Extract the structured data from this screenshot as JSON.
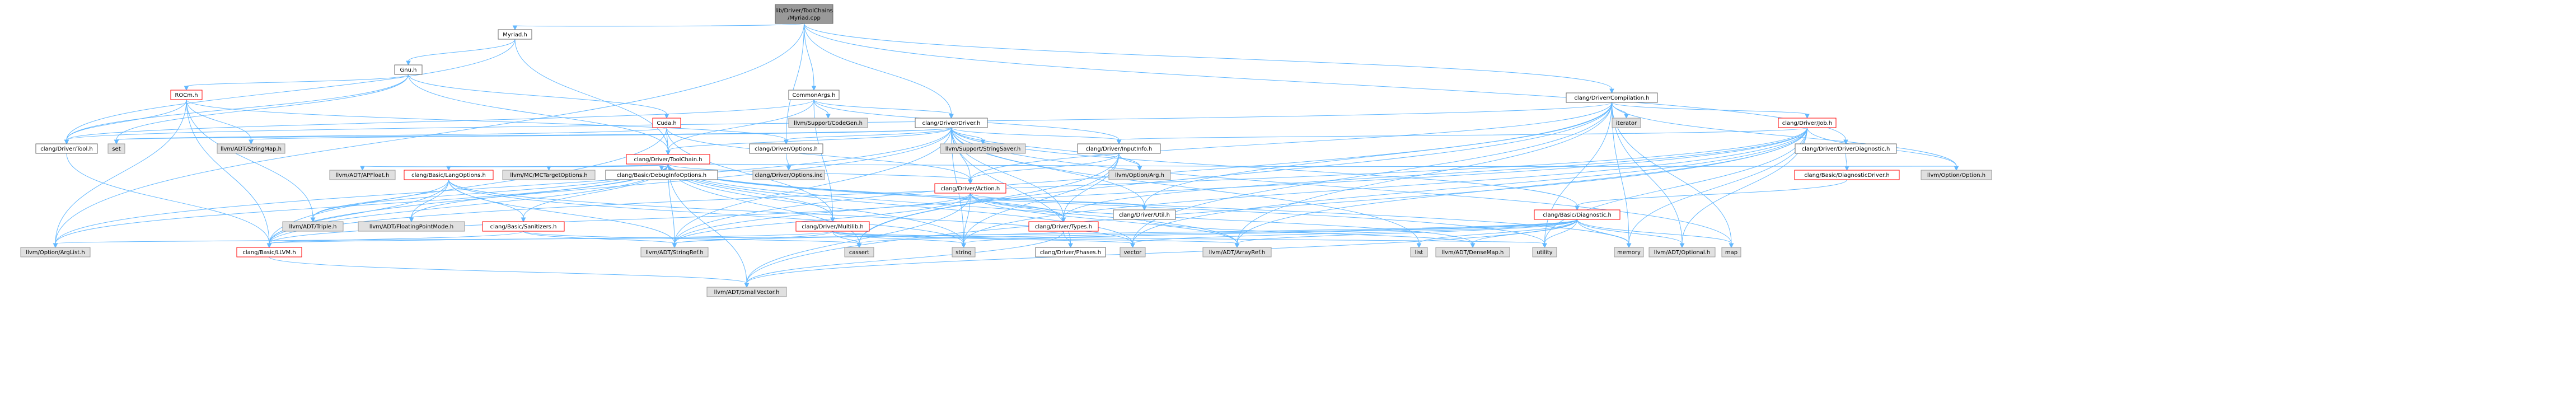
{
  "colors": {
    "edge": "#63b8ff",
    "node_border": "#666666",
    "node_fill": "#ffffff",
    "node_red_border": "#ff0000",
    "root_fill": "#999999",
    "external_fill": "#e0e0e0"
  },
  "nodes": {
    "root": [
      "lib/Driver/ToolChains",
      "/Myriad.cpp"
    ],
    "myriad_h": "Myriad.h",
    "gnu_h": "Gnu.h",
    "commonargs_h": "CommonArgs.h",
    "rocm_h": "ROCm.h",
    "cuda_h": "Cuda.h",
    "driver_compilation_h": "clang/Driver/Compilation.h",
    "driver_tool_h": "clang/Driver/Tool.h",
    "driver_driver_h": "clang/Driver/Driver.h",
    "llvm_codegen": "llvm/Support/CodeGen.h",
    "iterator": "iterator",
    "driver_job_h": "clang/Driver/Job.h",
    "set": "set",
    "llvm_stringmap": "llvm/ADT/StringMap.h",
    "driver_toolchain_h": "clang/Driver/ToolChain.h",
    "driver_options_h": "clang/Driver/Options.h",
    "llvm_stringsaver": "llvm/Support/StringSaver.h",
    "driver_inputinfo_h": "clang/Driver/InputInfo.h",
    "driver_diag_h": "clang/Driver/DriverDiagnostic.h",
    "driver_options_inc": "clang/Driver/Options.inc",
    "basic_diagdriver_h": "clang/Basic/DiagnosticDriver.h",
    "llvm_option_arg": "llvm/Option/Arg.h",
    "llvm_option_option": "llvm/Option/Option.h",
    "llvm_apfloat": "llvm/ADT/APFloat.h",
    "basic_langoptions_h": "clang/Basic/LangOptions.h",
    "llvm_mc_targetoptions": "llvm/MC/MCTargetOptions.h",
    "basic_debuginfo_h": "clang/Basic/DebugInfoOptions.h",
    "driver_action_h": "clang/Driver/Action.h",
    "driver_util_h": "clang/Driver/Util.h",
    "basic_diagnostic_h": "clang/Basic/Diagnostic.h",
    "llvm_triple": "llvm/ADT/Triple.h",
    "llvm_floatingpointmode": "llvm/ADT/FloatingPointMode.h",
    "basic_sanitizers_h": "clang/Basic/Sanitizers.h",
    "driver_multilib_h": "clang/Driver/Multilib.h",
    "driver_types_h": "clang/Driver/Types.h",
    "llvm_option_arglist": "llvm/Option/ArgList.h",
    "basic_llvm_h": "clang/Basic/LLVM.h",
    "llvm_stringref": "llvm/ADT/StringRef.h",
    "cassert": "cassert",
    "string": "string",
    "driver_phases_h": "clang/Driver/Phases.h",
    "vector": "vector",
    "llvm_arrayref": "llvm/ADT/ArrayRef.h",
    "list": "list",
    "llvm_densemap": "llvm/ADT/DenseMap.h",
    "utility": "utility",
    "memory": "memory",
    "llvm_optional": "llvm/ADT/Optional.h",
    "map": "map",
    "llvm_smallvector": "llvm/ADT/SmallVector.h"
  }
}
